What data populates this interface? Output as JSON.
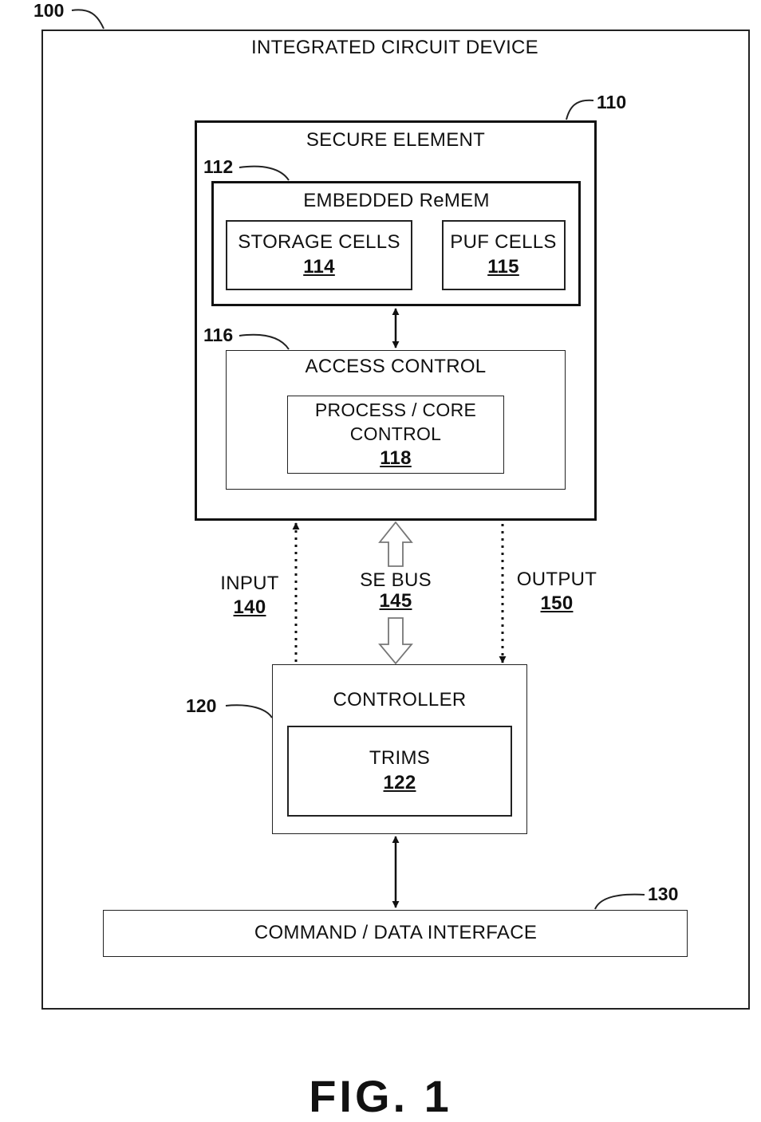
{
  "device": {
    "ref": "100",
    "title": "INTEGRATED CIRCUIT DEVICE"
  },
  "secure_element": {
    "ref": "110",
    "title": "SECURE ELEMENT",
    "embedded_rememory": {
      "ref": "112",
      "title": "EMBEDDED ReMEM",
      "storage_cells": {
        "label": "STORAGE CELLS",
        "num": "114"
      },
      "puf_cells": {
        "label": "PUF CELLS",
        "num": "115"
      }
    },
    "access_control": {
      "ref": "116",
      "title": "ACCESS CONTROL",
      "process_core": {
        "label_line1": "PROCESS / CORE",
        "label_line2": "CONTROL",
        "num": "118"
      }
    }
  },
  "links": {
    "input": {
      "label": "INPUT",
      "num": "140"
    },
    "se_bus": {
      "label": "SE BUS",
      "num": "145"
    },
    "output": {
      "label": "OUTPUT",
      "num": "150"
    }
  },
  "controller": {
    "ref": "120",
    "title": "CONTROLLER",
    "trims": {
      "label": "TRIMS",
      "num": "122"
    }
  },
  "interface": {
    "ref": "130",
    "label": "COMMAND / DATA INTERFACE"
  },
  "figure": {
    "caption": "FIG. 1"
  }
}
